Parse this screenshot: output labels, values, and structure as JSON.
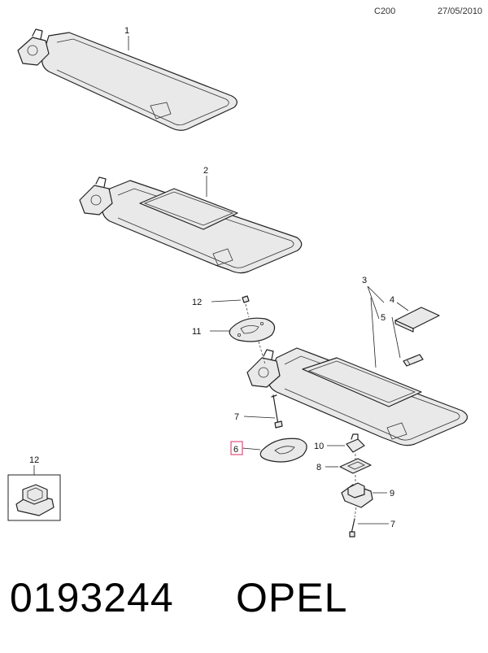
{
  "header": {
    "model": "C200",
    "date": "27/05/2010"
  },
  "callouts": {
    "c1": "1",
    "c2": "2",
    "c3": "3",
    "c4": "4",
    "c5": "5",
    "c6": "6",
    "c7a": "7",
    "c7b": "7",
    "c8": "8",
    "c9": "9",
    "c10": "10",
    "c11": "11",
    "c12a": "12",
    "c12b": "12"
  },
  "highlight": {
    "color": "#e0507a"
  },
  "footer": {
    "part_number": "0193244",
    "brand": "OPEL"
  }
}
